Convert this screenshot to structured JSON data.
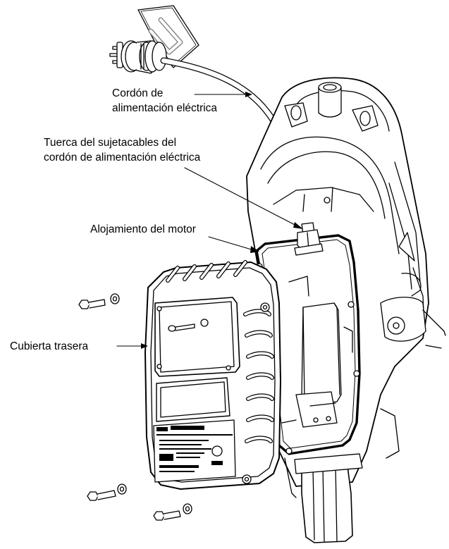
{
  "labels": {
    "power_cord": {
      "line1": "Cordón de",
      "line2": "alimentación eléctrica"
    },
    "strain_relief_nut": {
      "line1": "Tuerca del sujetacables del",
      "line2": "cordón de alimentación eléctrica"
    },
    "motor_housing": "Alojamiento del motor",
    "rear_cover": "Cubierta trasera"
  }
}
